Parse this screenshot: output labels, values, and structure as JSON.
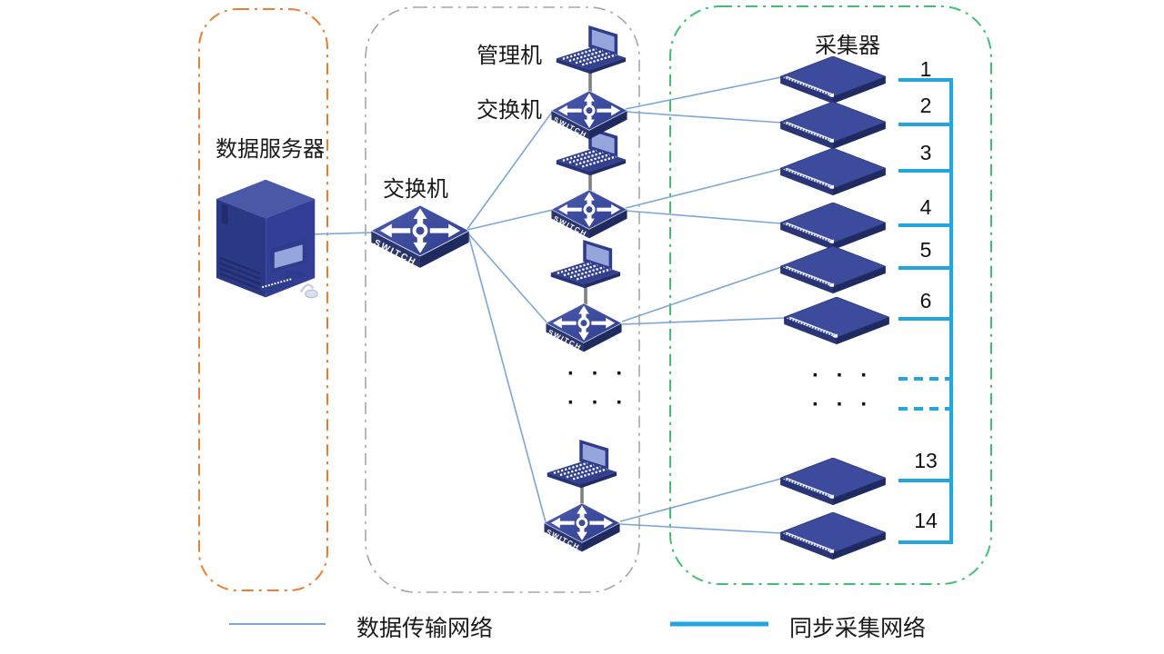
{
  "zones": {
    "data_server": {
      "label": "数据服务器"
    },
    "management": {
      "laptop_label": "管理机",
      "switch_label": "交换机",
      "main_switch_label": "交换机"
    },
    "collectors": {
      "label": "采集器",
      "numbers": [
        "1",
        "2",
        "3",
        "4",
        "5",
        "6",
        "13",
        "14"
      ],
      "ellipsis": "· · ·"
    }
  },
  "devices": {
    "switch_text": "SWITCH"
  },
  "diagram": {
    "ellipsis": "· · ·"
  },
  "legend": {
    "items": [
      {
        "label": "数据传输网络",
        "color": "#7CA6D8",
        "style": "thin"
      },
      {
        "label": "同步采集网络",
        "color": "#21A6DF",
        "style": "thick"
      }
    ]
  },
  "colors": {
    "server_zone_border": "#ED7D31",
    "management_zone_border": "#A6A6A6",
    "collector_zone_border": "#3FBF72",
    "device_navy": "#2F3D8E",
    "data_network_line": "#7CA6D8",
    "sync_network_line": "#21A6DF",
    "laptop_link_gray": "#808080"
  }
}
